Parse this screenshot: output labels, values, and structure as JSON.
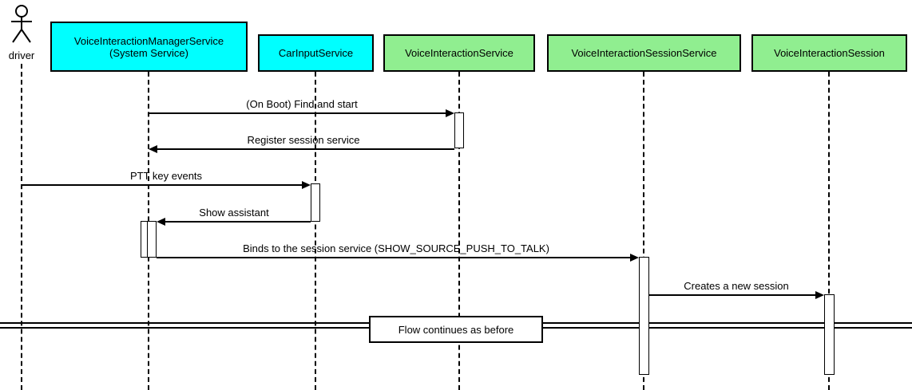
{
  "diagram": {
    "type": "sequence-diagram",
    "actor": {
      "label": "driver"
    },
    "participants": [
      {
        "label": "VoiceInteractionManagerService\n(System Service)",
        "fill": "#00FFFF"
      },
      {
        "label": "CarInputService",
        "fill": "#00FFFF"
      },
      {
        "label": "VoiceInteractionService",
        "fill": "#90EE90"
      },
      {
        "label": "VoiceInteractionSessionService",
        "fill": "#90EE90"
      },
      {
        "label": "VoiceInteractionSession",
        "fill": "#90EE90"
      }
    ],
    "messages": [
      {
        "from": "VoiceInteractionManagerService",
        "to": "VoiceInteractionService",
        "label": "(On Boot) Find and start"
      },
      {
        "from": "VoiceInteractionService",
        "to": "VoiceInteractionManagerService",
        "label": "Register session service"
      },
      {
        "from": "driver",
        "to": "CarInputService",
        "label": "PTT key events"
      },
      {
        "from": "CarInputService",
        "to": "VoiceInteractionManagerService",
        "label": "Show assistant"
      },
      {
        "from": "VoiceInteractionManagerService",
        "to": "VoiceInteractionSessionService",
        "label": "Binds to the session service (SHOW_SOURCE_PUSH_TO_TALK)"
      },
      {
        "from": "VoiceInteractionSessionService",
        "to": "VoiceInteractionSession",
        "label": "Creates a new session"
      }
    ],
    "divider": {
      "label": "Flow continues as before"
    },
    "colors": {
      "actor_cyan": "#00FFFF",
      "service_green": "#90EE90",
      "line": "#000000"
    }
  }
}
